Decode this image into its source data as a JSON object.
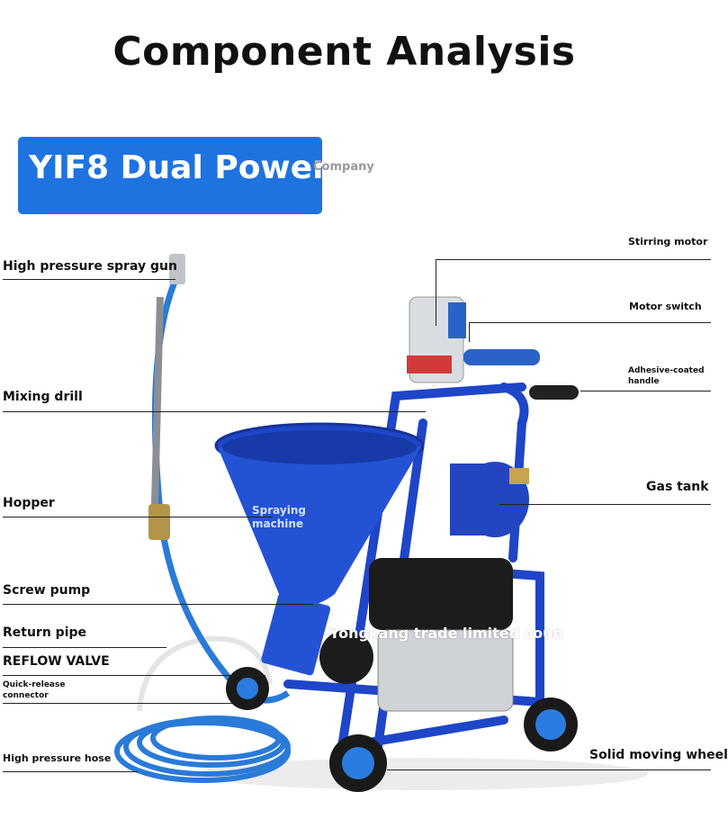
{
  "title": "Component Analysis",
  "banner": {
    "text": "YIF8 Dual Power",
    "suffix": "Company"
  },
  "labels_left": {
    "spray_gun": "High pressure spray gun",
    "mixing_drill": "Mixing drill",
    "hopper": "Hopper",
    "screw_pump": "Screw pump",
    "return_pipe": "Return pipe",
    "reflow_valve": "REFLOW VALVE",
    "quick_release_1": "Quick-release",
    "quick_release_2": "connector",
    "hose": "High pressure hose"
  },
  "labels_right": {
    "stirring_motor": "Stirring motor",
    "motor_switch": "Motor switch",
    "handle_1": "Adhesive-coated",
    "handle_2": "handle",
    "gas_tank": "Gas tank",
    "wheel": "Solid moving wheel"
  },
  "overlay_text": {
    "line1": "Spraying",
    "line2": "machine"
  },
  "watermark": "Yongkang trade limited coun",
  "colors": {
    "banner": "#1e73e0",
    "machine_blue": "#1f45c8",
    "hose_blue": "#2a7ad8"
  }
}
